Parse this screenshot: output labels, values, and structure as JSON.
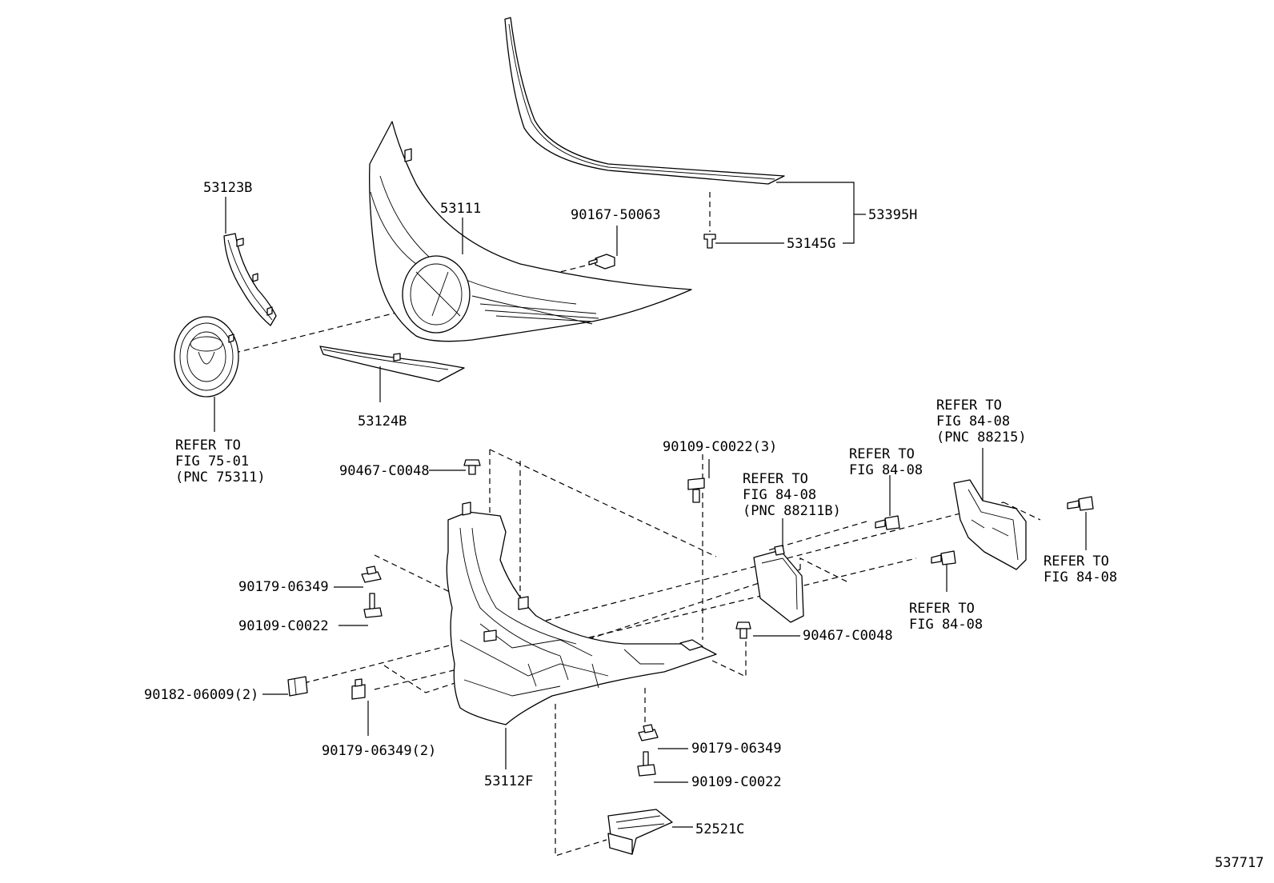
{
  "diagram": {
    "figure_number": "537717",
    "callouts": {
      "c53123B": "53123B",
      "c53111": "53111",
      "c90167_50063": "90167-50063",
      "c53395H": "53395H",
      "c53145G": "53145G",
      "c53124B": "53124B",
      "refer_emblem": [
        "REFER TO",
        "FIG 75-01",
        "(PNC 75311)"
      ],
      "c90467_top": "90467-C0048",
      "c90109_3": "90109-C0022(3)",
      "refer_88211B": [
        "REFER TO",
        "FIG 84-08",
        "(PNC 88211B)"
      ],
      "refer_a": [
        "REFER TO",
        "FIG 84-08"
      ],
      "refer_88215": [
        "REFER TO",
        "FIG 84-08",
        "(PNC 88215)"
      ],
      "refer_b": [
        "REFER TO",
        "FIG 84-08"
      ],
      "refer_c": [
        "REFER TO",
        "FIG 84-08"
      ],
      "c90179_left": "90179-06349",
      "c90109_left": "90109-C0022",
      "c90467_right": "90467-C0048",
      "c90182": "90182-06009(2)",
      "c90179_2": "90179-06349(2)",
      "c53112F": "53112F",
      "c90179_bottom": "90179-06349",
      "c90109_bottom": "90109-C0022",
      "c52521C": "52521C"
    }
  }
}
